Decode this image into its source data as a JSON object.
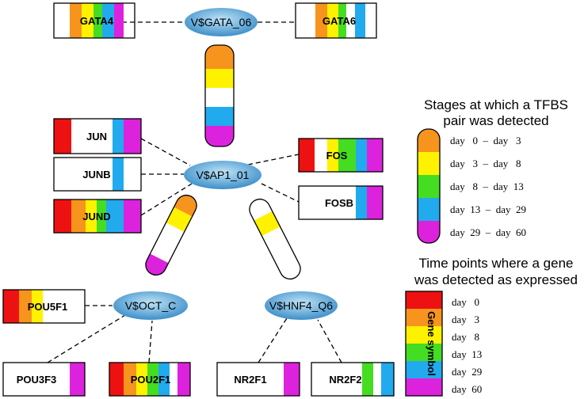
{
  "colors": {
    "red": "#ee1111",
    "orange": "#f7941d",
    "yellow": "#fff200",
    "green": "#44dd22",
    "blue": "#22aaee",
    "magenta": "#dd22dd",
    "node_fill": "#3d8fc9",
    "node_light": "#bfe4f7"
  },
  "nodes": {
    "gata": "V$GATA_06",
    "ap1": "V$AP1_01",
    "oct": "V$OCT_C",
    "hnf4": "V$HNF4_Q6"
  },
  "genes": {
    "gata4": "GATA4",
    "gata6": "GATA6",
    "jun": "JUN",
    "junb": "JUNB",
    "jund": "JUND",
    "fos": "FOS",
    "fosb": "FOSB",
    "pou5f1": "POU5F1",
    "pou3f3": "POU3F3",
    "pou2f1": "POU2F1",
    "nr2f1": "NR2F1",
    "nr2f2": "NR2F2"
  },
  "legend_stages": {
    "title_line1": "Stages at which a TFBS",
    "title_line2": "pair was detected",
    "items": [
      "day   0  –  day   3",
      "day   3  –  day   8",
      "day   8  –  day  13",
      "day  13  –  day  29",
      "day  29  –  day  60"
    ]
  },
  "legend_timepoints": {
    "title_line1": "Time points where a gene",
    "title_line2": "was detected as expressed",
    "box_label": "Gene symbol",
    "items": [
      "day   0",
      "day   3",
      "day   8",
      "day  13",
      "day  29",
      "day  60"
    ]
  }
}
